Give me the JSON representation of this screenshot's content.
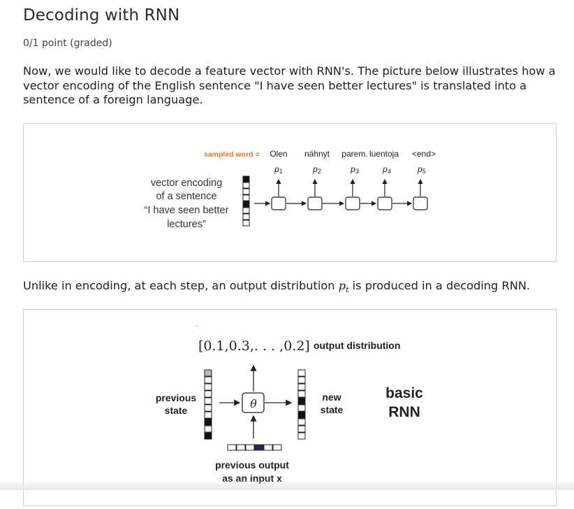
{
  "page": {
    "title": "Decoding with RNN",
    "points": "0/1 point (graded)",
    "intro": "Now, we would like to decode a feature vector with RNN's. The picture below illustrates how a vector encoding of the English sentence \"I have seen better lectures\" is translated into a sentence of a foreign language.",
    "mid_before": "Unlike in encoding, at each step, an output distribution ",
    "mid_math": "p",
    "mid_sub": "t",
    "mid_after": " is produced in a decoding RNN."
  },
  "figure1": {
    "sampled_label": "sampled word =",
    "words": [
      "Olen",
      "nähnyt",
      "parem.",
      "luentoja",
      "<end>"
    ],
    "probs": [
      "p",
      "p",
      "p",
      "p",
      "p"
    ],
    "prob_subs": [
      "1",
      "2",
      "3",
      "4",
      "5"
    ],
    "left_label": [
      "vector encoding",
      "of a sentence",
      "“I have seen better",
      "lectures”"
    ],
    "accent_color": "#e07a2e"
  },
  "figure2": {
    "dot": "-",
    "output_vector": "[0.1,0.3,. . . ,0.2]",
    "output_label": "output distribution",
    "prev_state": [
      "previous",
      "state"
    ],
    "theta": "θ",
    "new_state": [
      "new",
      "state"
    ],
    "basic": [
      "basic",
      "RNN"
    ],
    "prev_output": [
      "previous output",
      "as an input x"
    ]
  }
}
